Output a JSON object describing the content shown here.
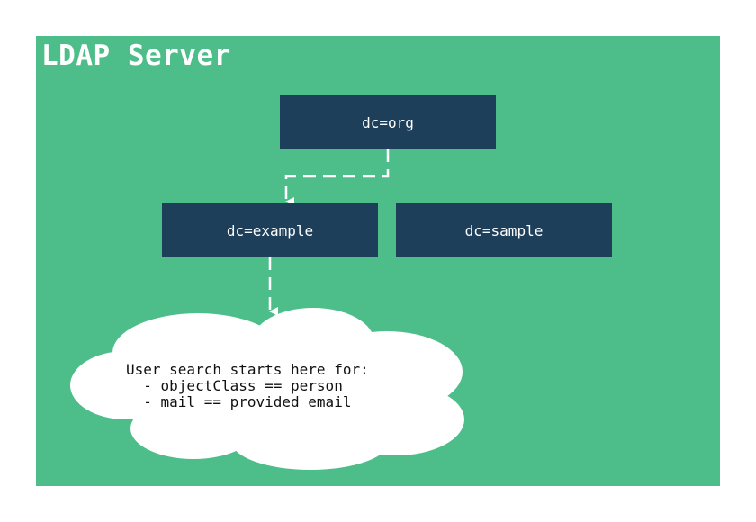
{
  "colors": {
    "background": "#4dbd8a",
    "node_fill": "#1e3f5a",
    "connector": "#ffffff",
    "cloud_fill": "#ffffff",
    "cloud_text": "#111111"
  },
  "container": {
    "title": "LDAP Server"
  },
  "nodes": {
    "org": "dc=org",
    "example": "dc=example",
    "sample": "dc=sample"
  },
  "note": {
    "line1": "User search starts here for:",
    "line2": "  - objectClass == person",
    "line3": "  - mail == provided email"
  }
}
